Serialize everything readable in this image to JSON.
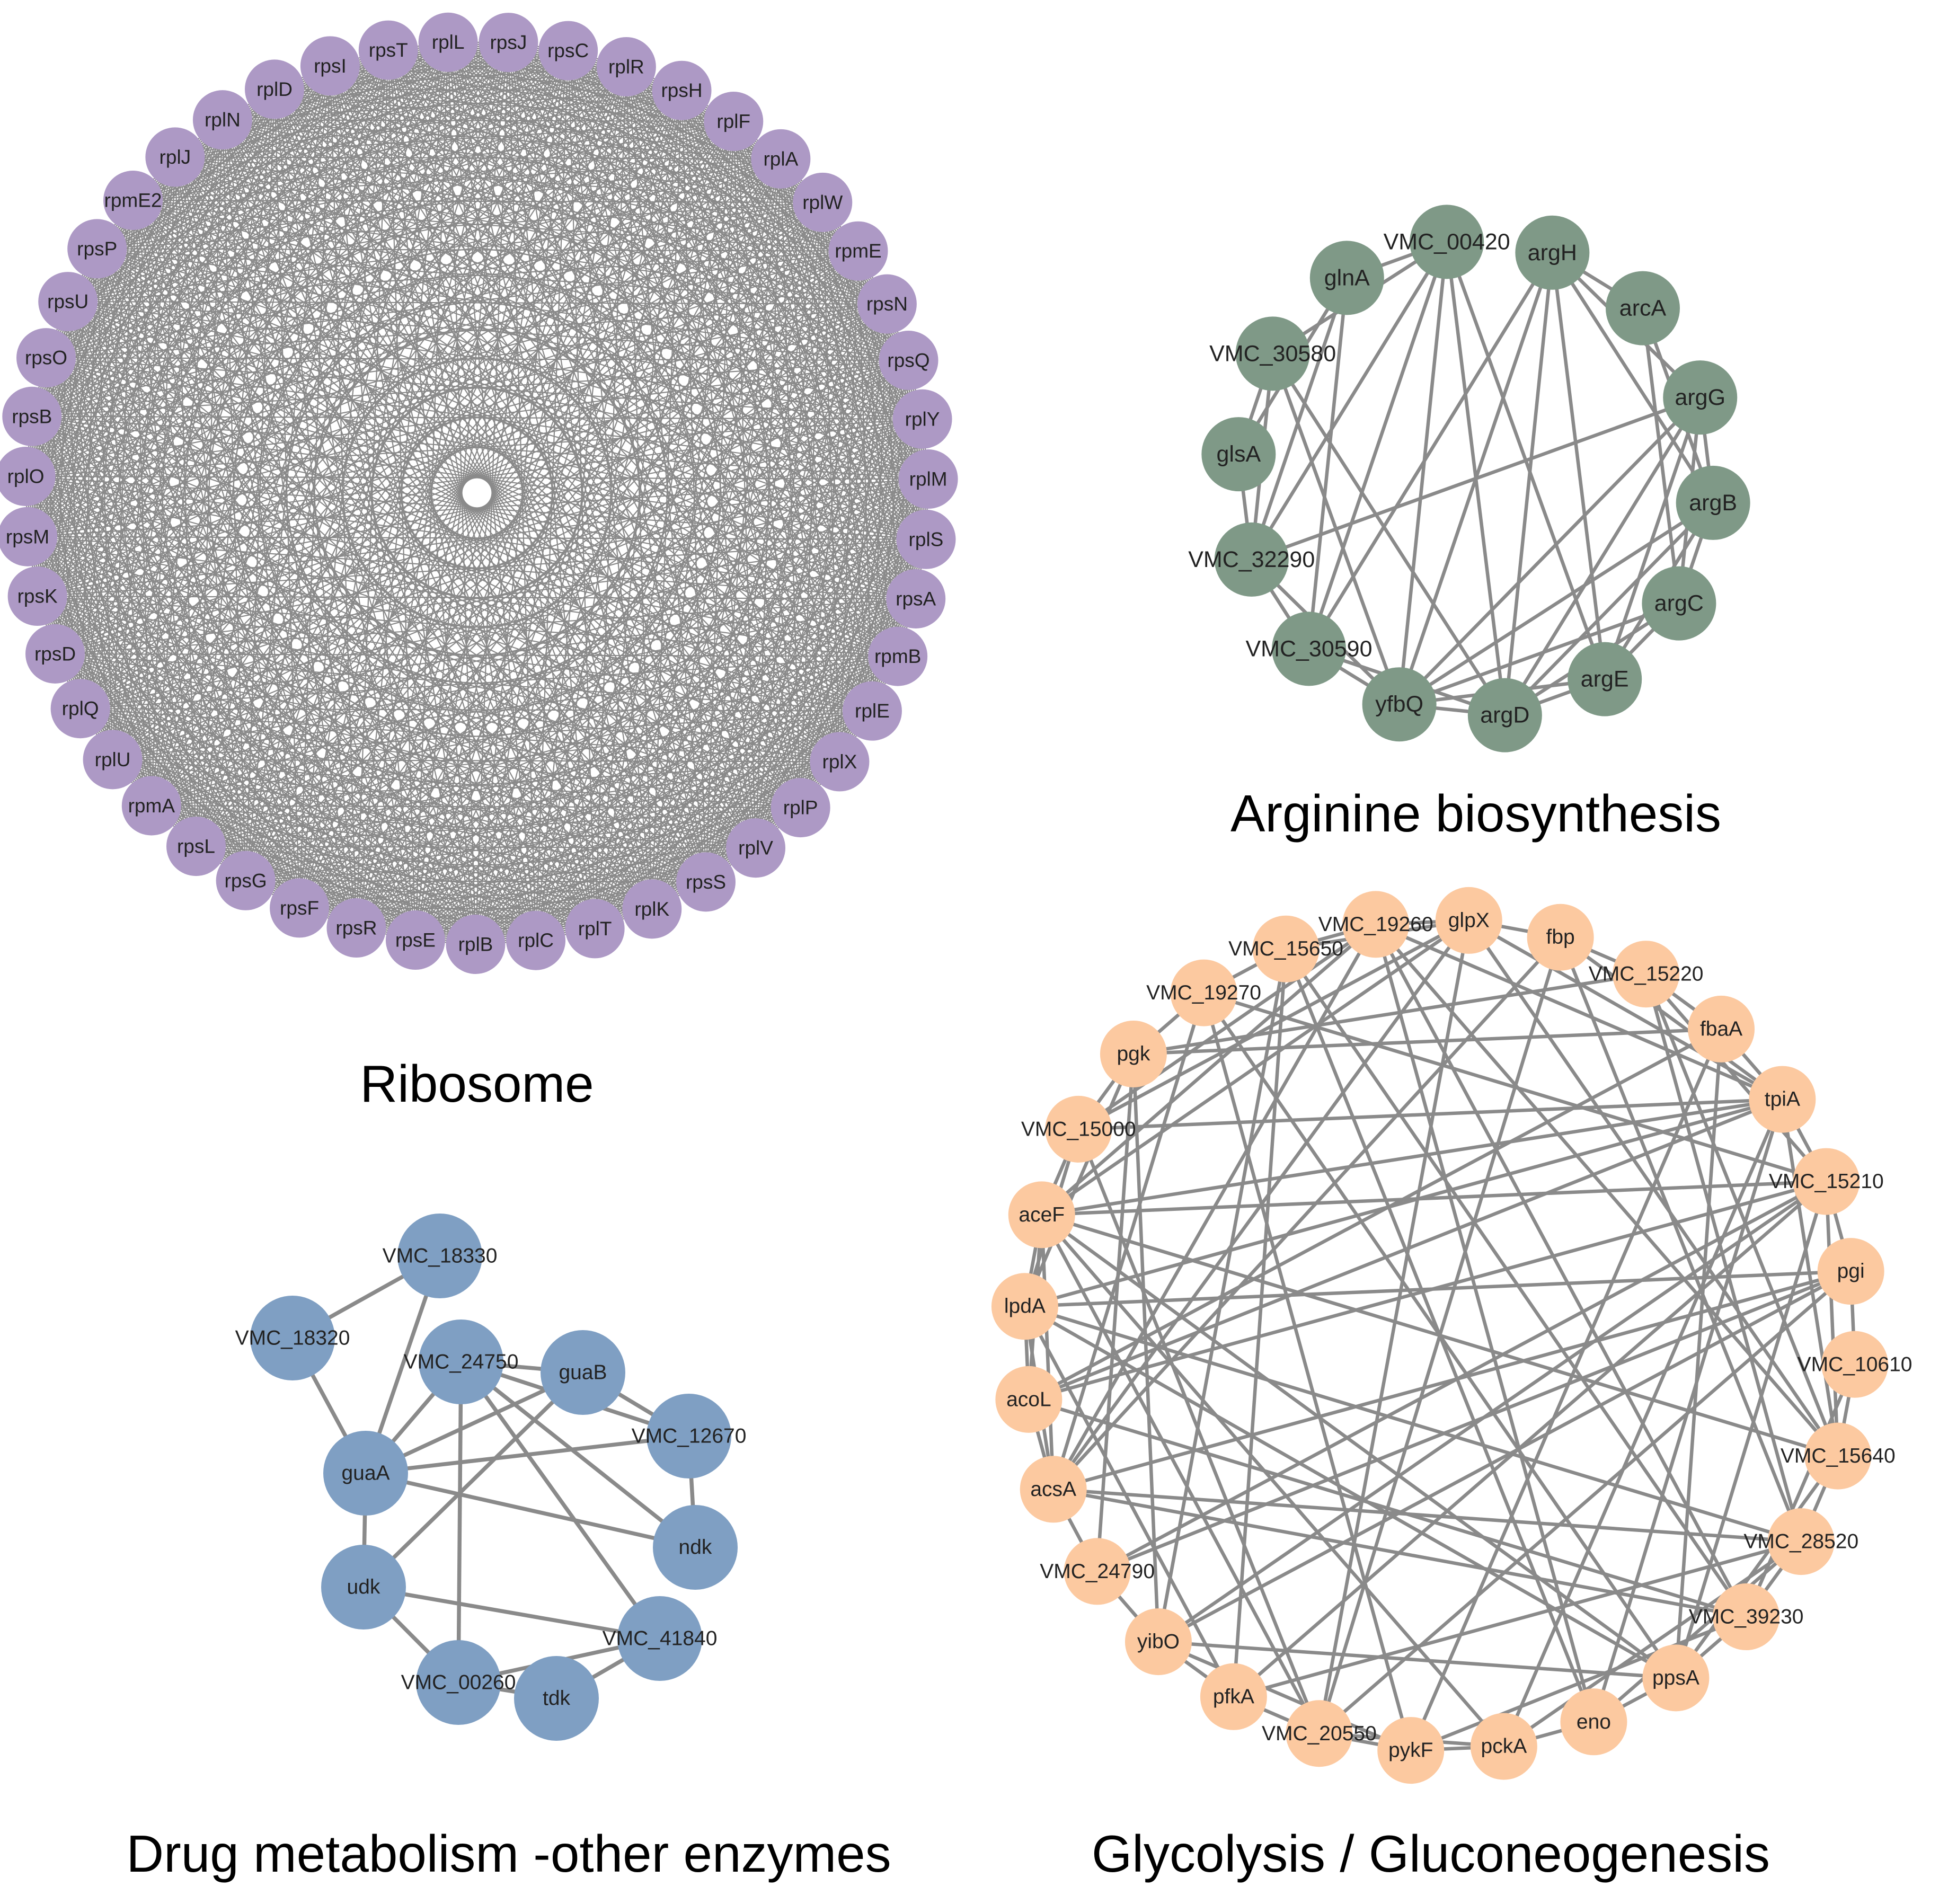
{
  "colors": {
    "ribosome": "#ad99c5",
    "arginine": "#7f9987",
    "drug": "#7f9fc3",
    "glycolysis": "#fcc9a0",
    "edge": "#8a8a8a"
  },
  "networks": [
    {
      "id": "ribosome",
      "title": "Ribosome",
      "color_key": "ribosome",
      "edges": "all",
      "nodes": [
        "rpsJ",
        "rpsC",
        "rplR",
        "rpsH",
        "rplF",
        "rplA",
        "rplW",
        "rpmE",
        "rpsN",
        "rpsQ",
        "rplY",
        "rplM",
        "rplS",
        "rpsA",
        "rpmB",
        "rplE",
        "rplX",
        "rplP",
        "rplV",
        "rpsS",
        "rplK",
        "rplT",
        "rplC",
        "rplB",
        "rpsE",
        "rpsR",
        "rpsF",
        "rpsG",
        "rpsL",
        "rpmA",
        "rplU",
        "rplQ",
        "rpsD",
        "rpsK",
        "rpsM",
        "rplO",
        "rpsB",
        "rpsO",
        "rpsU",
        "rpsP",
        "rpmE2",
        "rplJ",
        "rplN",
        "rplD",
        "rpsI",
        "rpsT",
        "rplL"
      ]
    },
    {
      "id": "arginine",
      "title": "Arginine biosynthesis",
      "color_key": "arginine",
      "nodes": [
        "VMC_00420",
        "argH",
        "arcA",
        "argG",
        "argB",
        "argC",
        "argE",
        "argD",
        "yfbQ",
        "VMC_30590",
        "VMC_32290",
        "glsA",
        "VMC_30580",
        "glnA"
      ],
      "edges": [
        [
          "VMC_00420",
          "glnA"
        ],
        [
          "VMC_00420",
          "VMC_30580"
        ],
        [
          "VMC_00420",
          "VMC_32290"
        ],
        [
          "VMC_00420",
          "VMC_30590"
        ],
        [
          "VMC_00420",
          "yfbQ"
        ],
        [
          "VMC_00420",
          "argD"
        ],
        [
          "VMC_00420",
          "argE"
        ],
        [
          "argH",
          "arcA"
        ],
        [
          "argH",
          "argG"
        ],
        [
          "argH",
          "argB"
        ],
        [
          "argH",
          "argE"
        ],
        [
          "argH",
          "argD"
        ],
        [
          "argH",
          "yfbQ"
        ],
        [
          "argH",
          "VMC_30590"
        ],
        [
          "arcA",
          "argB"
        ],
        [
          "arcA",
          "argC"
        ],
        [
          "argG",
          "argB"
        ],
        [
          "argG",
          "argC"
        ],
        [
          "argG",
          "argE"
        ],
        [
          "argG",
          "yfbQ"
        ],
        [
          "argG",
          "argD"
        ],
        [
          "argG",
          "VMC_32290"
        ],
        [
          "argB",
          "argC"
        ],
        [
          "argB",
          "argE"
        ],
        [
          "argB",
          "argD"
        ],
        [
          "argB",
          "yfbQ"
        ],
        [
          "argC",
          "argE"
        ],
        [
          "argC",
          "argD"
        ],
        [
          "argC",
          "yfbQ"
        ],
        [
          "argE",
          "argD"
        ],
        [
          "argE",
          "yfbQ"
        ],
        [
          "argD",
          "yfbQ"
        ],
        [
          "argD",
          "VMC_30590"
        ],
        [
          "yfbQ",
          "VMC_30590"
        ],
        [
          "yfbQ",
          "VMC_32290"
        ],
        [
          "yfbQ",
          "VMC_30580"
        ],
        [
          "glnA",
          "glsA"
        ],
        [
          "glnA",
          "VMC_32290"
        ],
        [
          "glnA",
          "VMC_30590"
        ],
        [
          "VMC_30580",
          "VMC_32290"
        ],
        [
          "VMC_30580",
          "glsA"
        ],
        [
          "VMC_30580",
          "argD"
        ],
        [
          "glsA",
          "VMC_32290"
        ],
        [
          "VMC_32290",
          "VMC_30590"
        ]
      ]
    },
    {
      "id": "drug",
      "title": "Drug metabolism -other enzymes",
      "color_key": "drug",
      "nodes": [
        "VMC_18330",
        "VMC_18320",
        "VMC_24750",
        "guaB",
        "VMC_12670",
        "guaA",
        "ndk",
        "udk",
        "VMC_41840",
        "VMC_00260",
        "tdk"
      ],
      "edges": [
        [
          "VMC_18330",
          "VMC_18320"
        ],
        [
          "VMC_18330",
          "guaA"
        ],
        [
          "VMC_18320",
          "guaA"
        ],
        [
          "VMC_24750",
          "guaA"
        ],
        [
          "VMC_24750",
          "guaB"
        ],
        [
          "VMC_24750",
          "VMC_12670"
        ],
        [
          "VMC_24750",
          "VMC_41840"
        ],
        [
          "VMC_24750",
          "VMC_00260"
        ],
        [
          "VMC_24750",
          "ndk"
        ],
        [
          "guaA",
          "guaB"
        ],
        [
          "guaA",
          "VMC_12670"
        ],
        [
          "guaA",
          "ndk"
        ],
        [
          "guaA",
          "udk"
        ],
        [
          "guaB",
          "udk"
        ],
        [
          "guaB",
          "VMC_12670"
        ],
        [
          "VMC_12670",
          "ndk"
        ],
        [
          "udk",
          "VMC_00260"
        ],
        [
          "udk",
          "VMC_41840"
        ],
        [
          "VMC_00260",
          "tdk"
        ],
        [
          "VMC_00260",
          "VMC_41840"
        ],
        [
          "tdk",
          "VMC_41840"
        ]
      ]
    },
    {
      "id": "glycolysis",
      "title": "Glycolysis / Gluconeogenesis",
      "color_key": "glycolysis",
      "edges": "generated",
      "nodes": [
        "glpX",
        "fbp",
        "VMC_15220",
        "fbaA",
        "tpiA",
        "VMC_15210",
        "pgi",
        "VMC_10610",
        "VMC_15640",
        "VMC_28520",
        "VMC_39230",
        "ppsA",
        "eno",
        "pckA",
        "pykF",
        "VMC_20550",
        "pfkA",
        "yibO",
        "VMC_24790",
        "acsA",
        "acoL",
        "lpdA",
        "aceF",
        "VMC_15000",
        "pgk",
        "VMC_19270",
        "VMC_15650",
        "VMC_19260"
      ]
    }
  ]
}
